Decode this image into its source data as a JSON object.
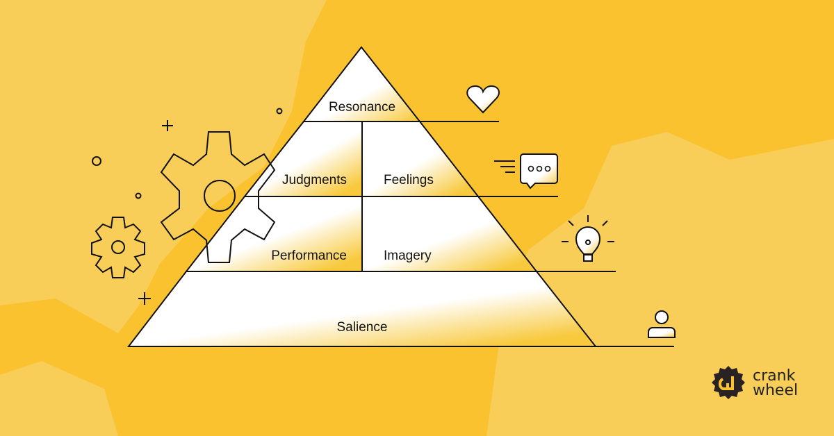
{
  "pyramid": {
    "top": "Resonance",
    "level2": [
      "Judgments",
      "Feelings"
    ],
    "level3": [
      "Performance",
      "Imagery"
    ],
    "base": "Salience"
  },
  "icons": [
    "heart-icon",
    "chat-bubble-icon",
    "lightbulb-icon",
    "person-icon",
    "gear-icon"
  ],
  "logo": {
    "line1": "crank",
    "line2": "wheel"
  },
  "colors": {
    "background": "#f9c22e",
    "background_light": "#f8cd58",
    "stroke": "#111111"
  }
}
